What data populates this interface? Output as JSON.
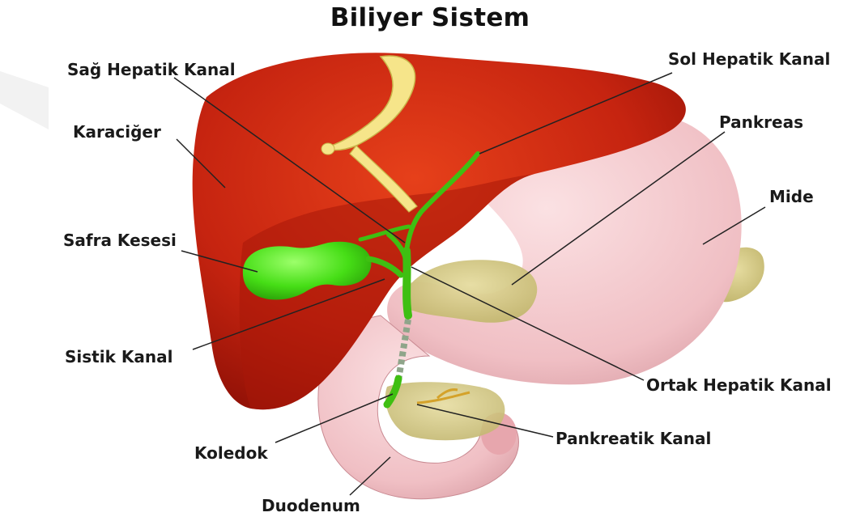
{
  "title": "Biliyer Sistem",
  "labels": {
    "sag_hepatik_kanal": "Sağ Hepatik Kanal",
    "sol_hepatik_kanal": "Sol Hepatik Kanal",
    "karaciger": "Karaciğer",
    "pankreas": "Pankreas",
    "mide": "Mide",
    "safra_kesesi": "Safra Kesesi",
    "sistik_kanal": "Sistik Kanal",
    "ortak_hepatik_kanal": "Ortak Hepatik Kanal",
    "koledok": "Koledok",
    "pankreatik_kanal": "Pankreatik Kanal",
    "duodenum": "Duodenum"
  },
  "colors": {
    "liver": "#d42a0e",
    "liver_shadow": "#9c1208",
    "stomach": "#f2c0c4",
    "gallbladder": "#4ee01a",
    "bile_duct": "#3fbf12",
    "pancreas": "#d8cf8a",
    "ligament": "#f4e47a"
  }
}
